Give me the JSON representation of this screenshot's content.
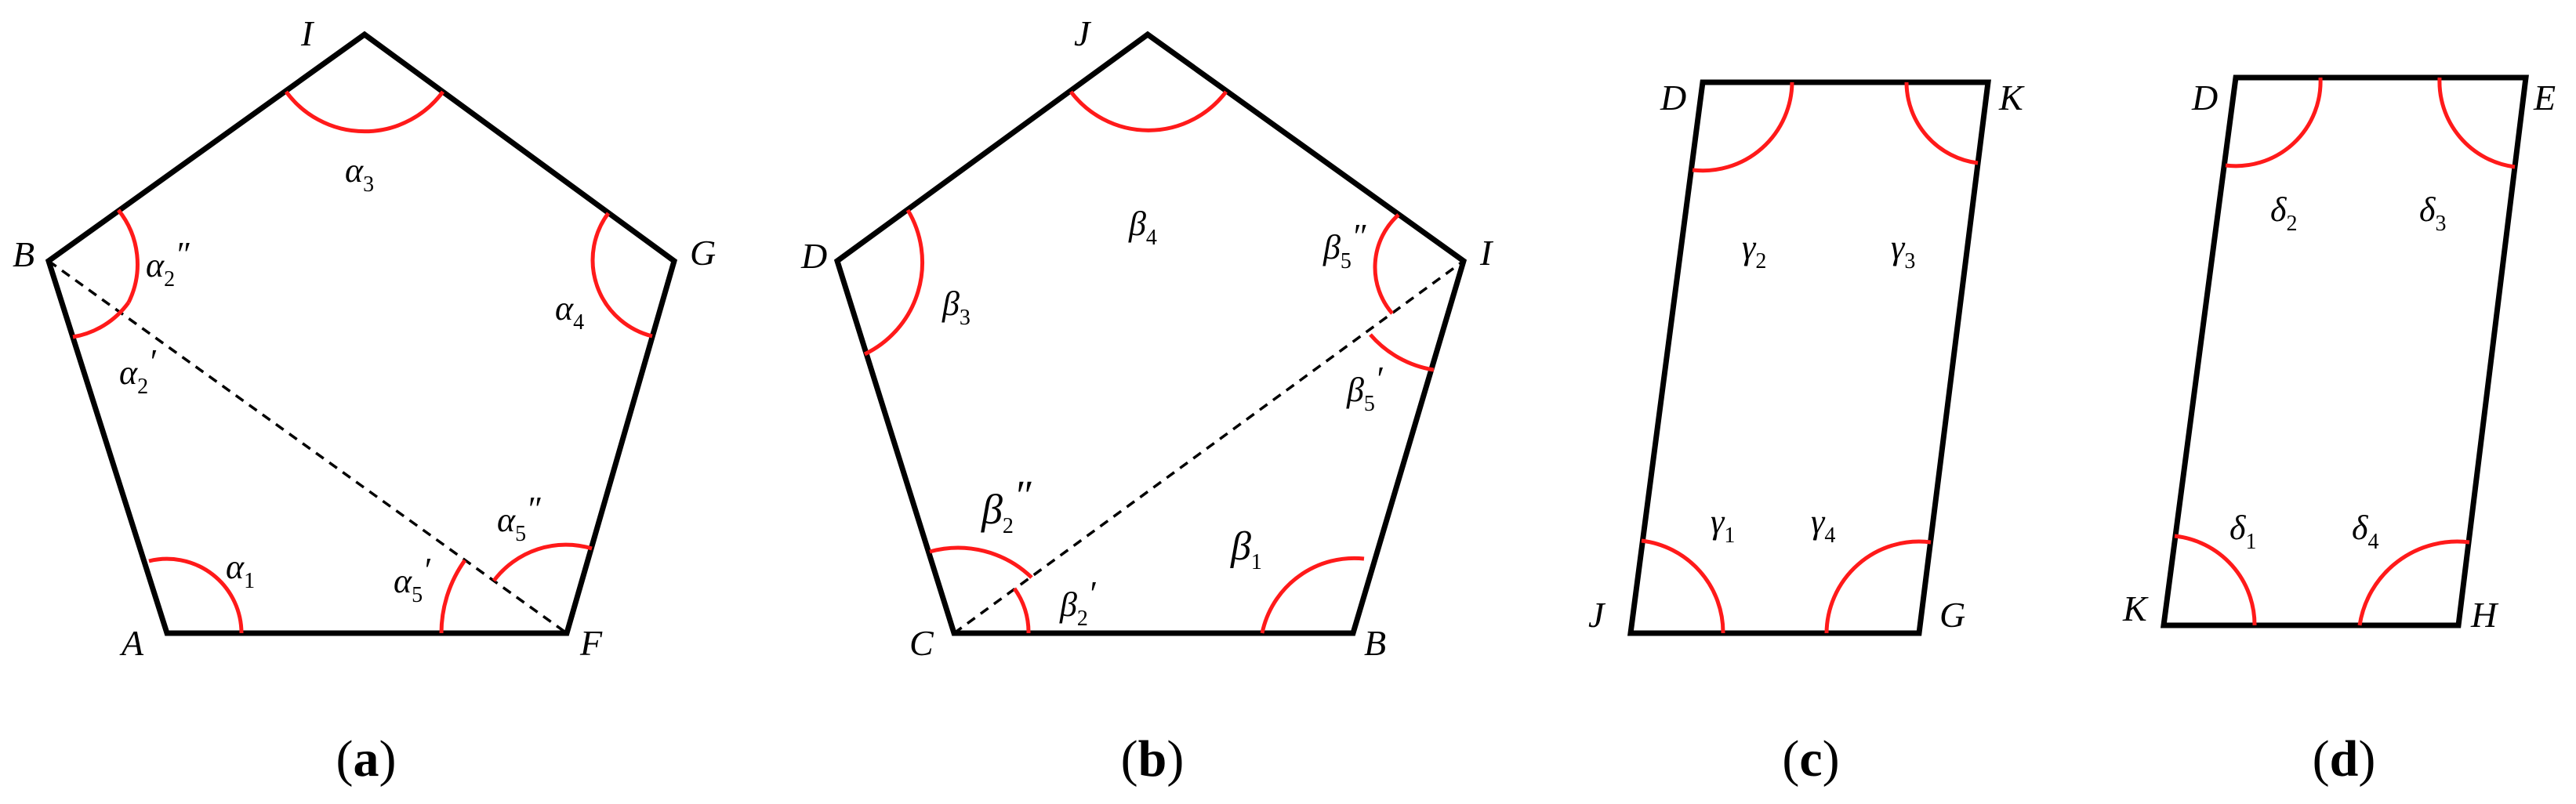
{
  "panels": [
    {
      "caption": "a",
      "vertices": [
        "I",
        "B",
        "G",
        "A",
        "F"
      ],
      "angles": [
        {
          "sym": "α",
          "sub": "3",
          "prime": ""
        },
        {
          "sym": "α",
          "sub": "2",
          "prime": "″"
        },
        {
          "sym": "α",
          "sub": "4",
          "prime": ""
        },
        {
          "sym": "α",
          "sub": "2",
          "prime": "′"
        },
        {
          "sym": "α",
          "sub": "5",
          "prime": "″"
        },
        {
          "sym": "α",
          "sub": "1",
          "prime": ""
        },
        {
          "sym": "α",
          "sub": "5",
          "prime": "′"
        }
      ]
    },
    {
      "caption": "b",
      "vertices": [
        "J",
        "D",
        "I",
        "C",
        "B"
      ],
      "angles": [
        {
          "sym": "β",
          "sub": "4",
          "prime": ""
        },
        {
          "sym": "β",
          "sub": "3",
          "prime": ""
        },
        {
          "sym": "β",
          "sub": "5",
          "prime": "″"
        },
        {
          "sym": "β",
          "sub": "5",
          "prime": "′"
        },
        {
          "sym": "β",
          "sub": "2",
          "prime": "″"
        },
        {
          "sym": "β",
          "sub": "1",
          "prime": ""
        },
        {
          "sym": "β",
          "sub": "2",
          "prime": "′"
        }
      ]
    },
    {
      "caption": "c",
      "vertices": [
        "D",
        "K",
        "J",
        "G"
      ],
      "angles": [
        {
          "sym": "γ",
          "sub": "2",
          "prime": ""
        },
        {
          "sym": "γ",
          "sub": "3",
          "prime": ""
        },
        {
          "sym": "γ",
          "sub": "1",
          "prime": ""
        },
        {
          "sym": "γ",
          "sub": "4",
          "prime": ""
        }
      ]
    },
    {
      "caption": "d",
      "vertices": [
        "D",
        "E",
        "K",
        "H"
      ],
      "angles": [
        {
          "sym": "δ",
          "sub": "2",
          "prime": ""
        },
        {
          "sym": "δ",
          "sub": "3",
          "prime": ""
        },
        {
          "sym": "δ",
          "sub": "1",
          "prime": ""
        },
        {
          "sym": "δ",
          "sub": "4",
          "prime": ""
        }
      ]
    }
  ],
  "colors": {
    "edge": "#000000",
    "arc": "#ff1a1a"
  }
}
